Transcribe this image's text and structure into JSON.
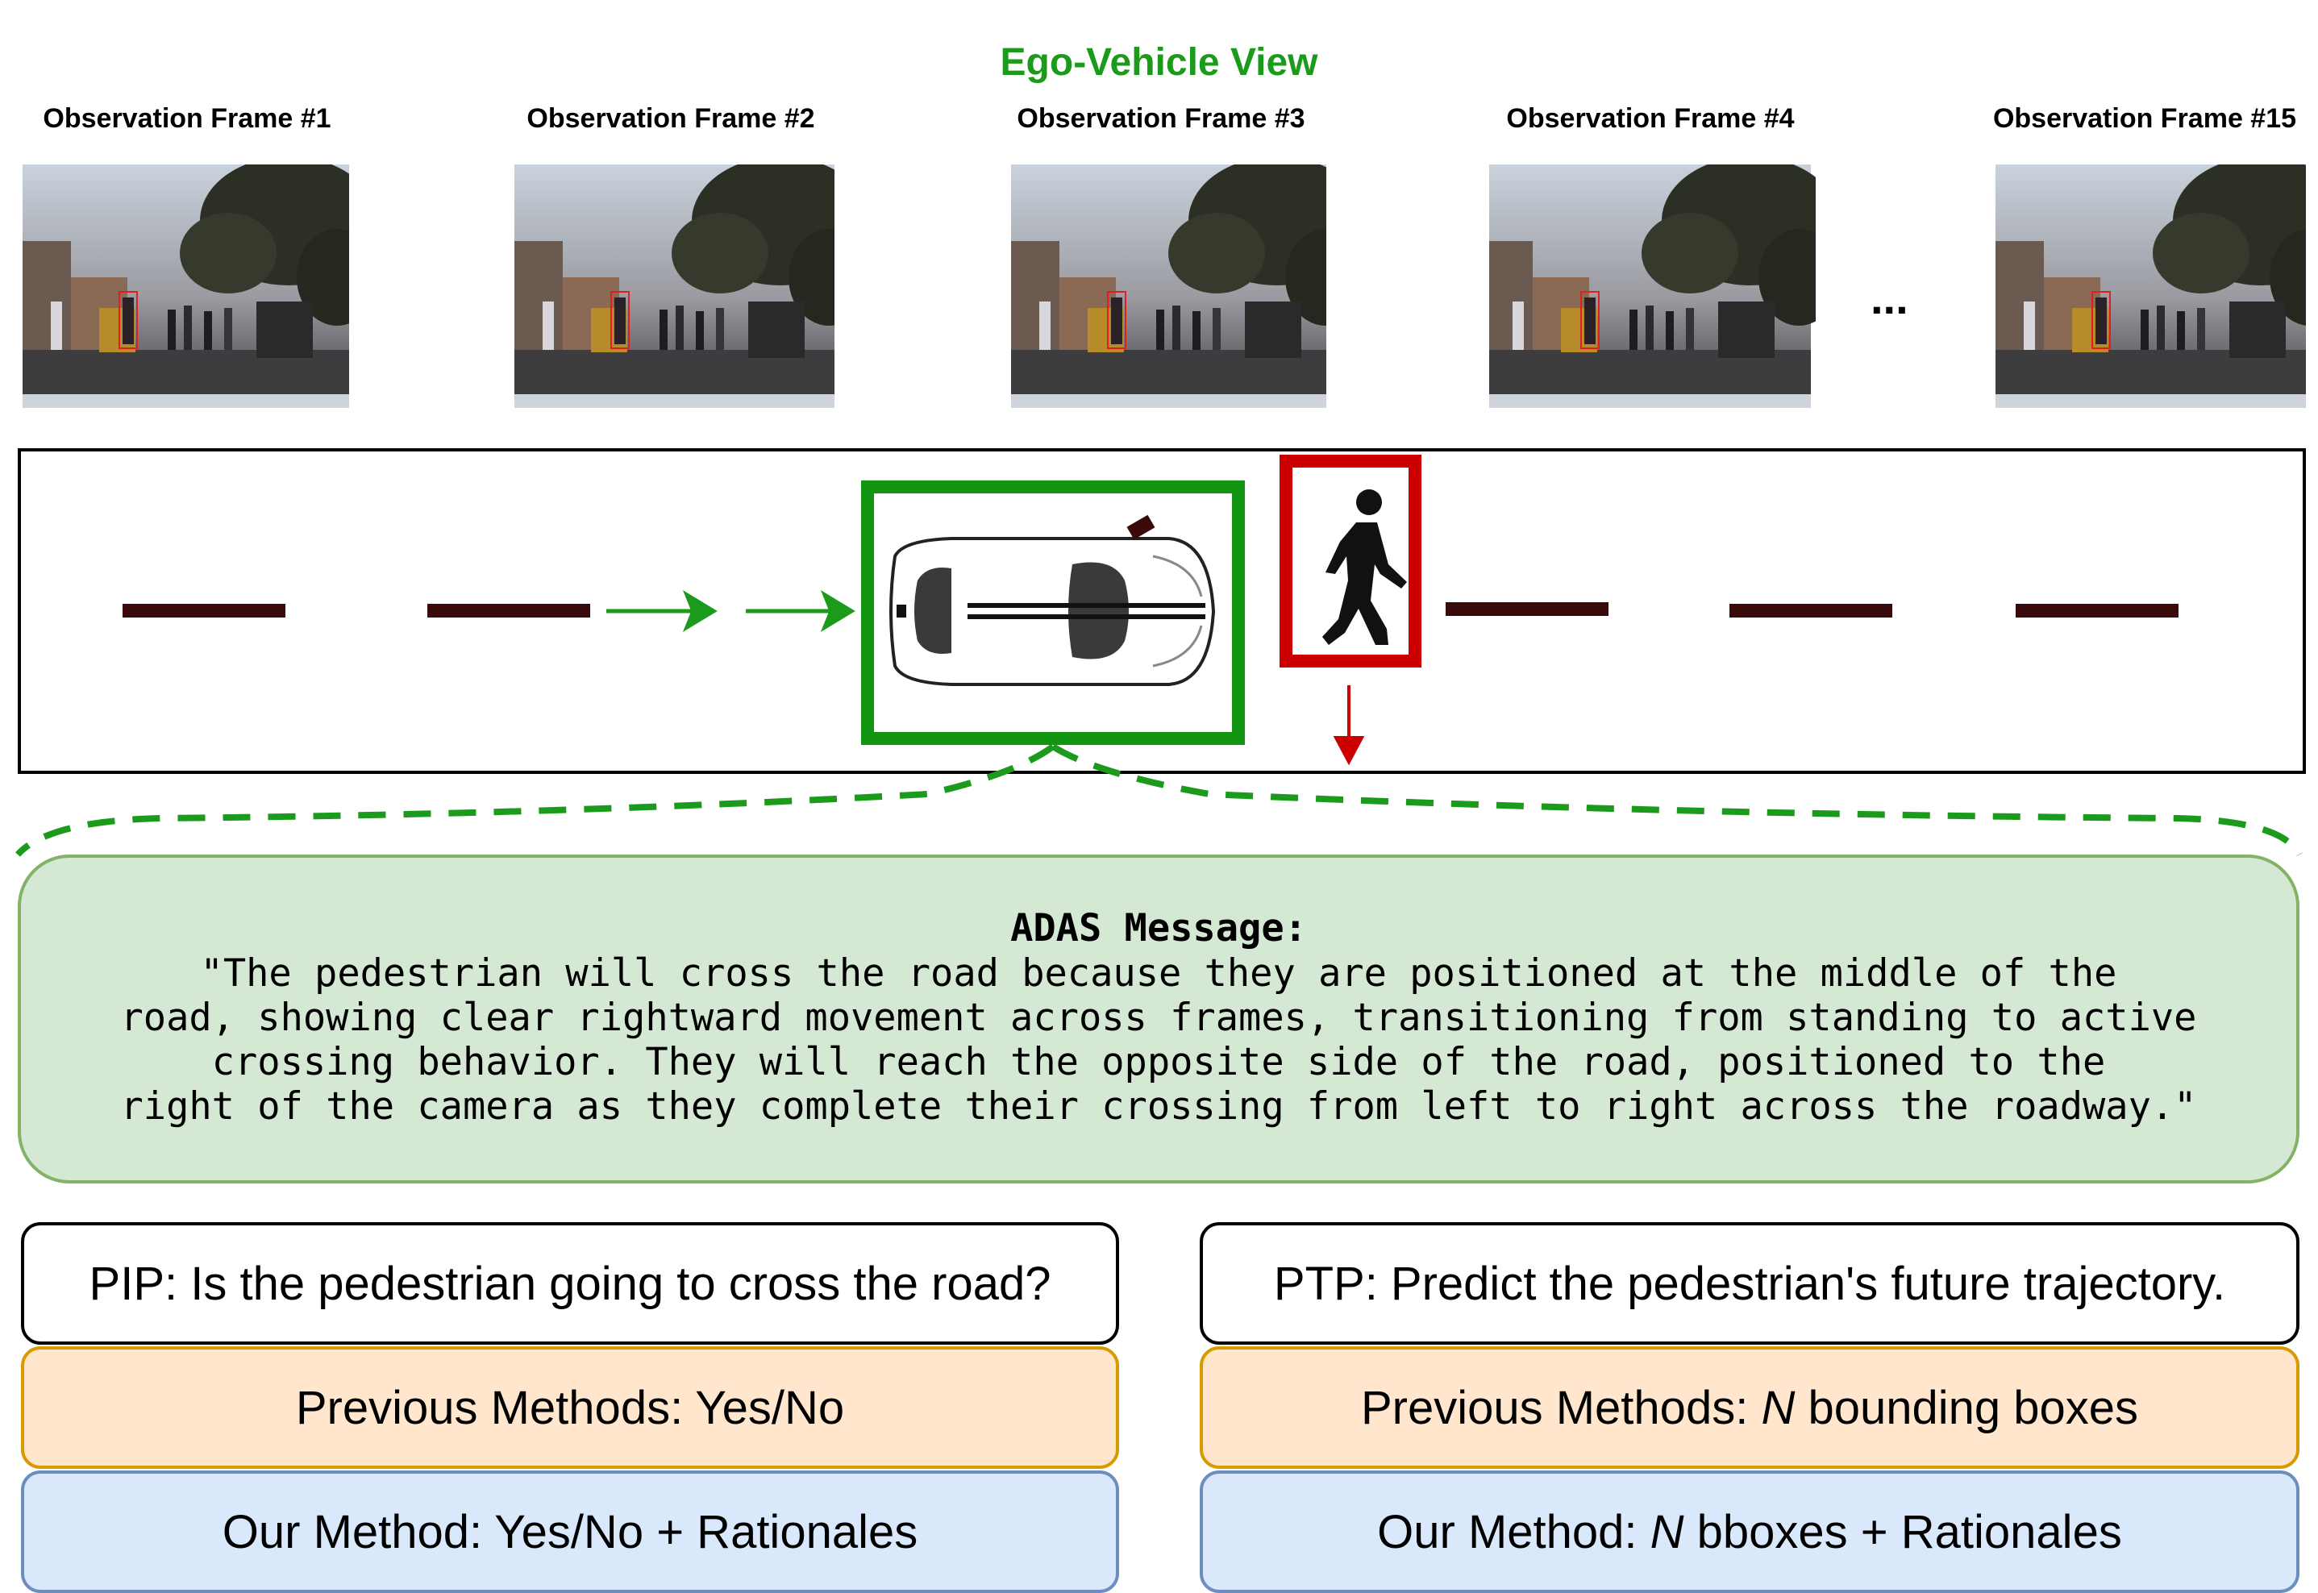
{
  "header": {
    "title": "Ego-Vehicle View"
  },
  "frames": [
    {
      "label": "Observation Frame #1"
    },
    {
      "label": "Observation Frame #2"
    },
    {
      "label": "Observation Frame #3"
    },
    {
      "label": "Observation Frame #4"
    },
    {
      "label": "Observation Frame #15"
    }
  ],
  "ellipsis": "...",
  "adas": {
    "title": "ADAS Message:",
    "message": "\"The pedestrian will cross the road because they are positioned at the middle of the\nroad, showing clear rightward movement across frames, transitioning from standing to active\ncrossing behavior. They will reach the opposite side of the road, positioned to the\nright of the camera as they complete their crossing from left to right across the roadway.\""
  },
  "pip": {
    "question": "PIP: Is the pedestrian going to cross the road?",
    "previous": "Previous Methods: Yes/No",
    "ours": "Our Method: Yes/No + Rationales"
  },
  "ptp": {
    "question": "PTP: Predict the pedestrian's future trajectory.",
    "previous_prefix": "Previous Methods: ",
    "previous_var": "N",
    "previous_suffix": " bounding boxes",
    "ours_prefix": "Our Method: ",
    "ours_var": "N",
    "ours_suffix": " bboxes + Rationales"
  },
  "colors": {
    "accent_green": "#1c9a1c",
    "vehicle_box": "#129612",
    "pedestrian_box": "#cc0000",
    "lane_marking": "#3a0a0a",
    "adas_fill": "#d5e8d4",
    "previous_fill": "#ffe6cc",
    "ours_fill": "#dae8fc"
  }
}
